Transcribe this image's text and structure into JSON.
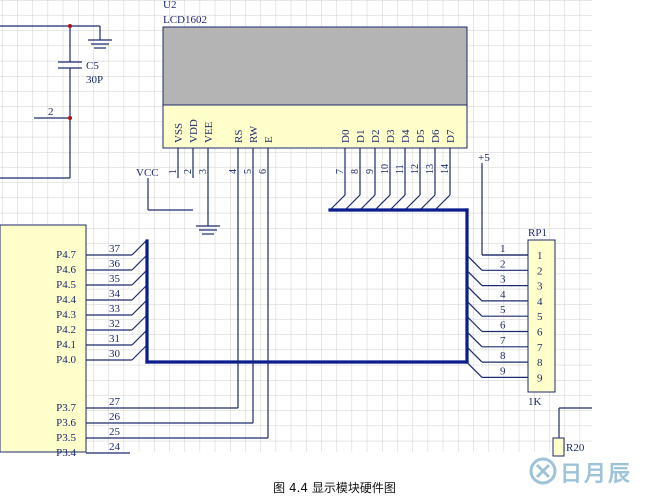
{
  "lcd": {
    "ref": "U2",
    "name": "LCD1602"
  },
  "lcd_pins": [
    {
      "num": "1",
      "name": "VSS"
    },
    {
      "num": "2",
      "name": "VDD"
    },
    {
      "num": "3",
      "name": "VEE"
    },
    {
      "num": "4",
      "name": "RS"
    },
    {
      "num": "5",
      "name": "RW"
    },
    {
      "num": "6",
      "name": "E"
    },
    {
      "num": "7",
      "name": "D0"
    },
    {
      "num": "8",
      "name": "D1"
    },
    {
      "num": "9",
      "name": "D2"
    },
    {
      "num": "10",
      "name": "D3"
    },
    {
      "num": "11",
      "name": "D4"
    },
    {
      "num": "12",
      "name": "D5"
    },
    {
      "num": "13",
      "name": "D6"
    },
    {
      "num": "14",
      "name": "D7"
    }
  ],
  "vcc_label": "VCC",
  "plus5_label": "+5",
  "capacitor": {
    "ref": "C5",
    "value": "30P"
  },
  "left_wire_label": "2",
  "mcu_pins": [
    {
      "name": "P4.7",
      "num": "37"
    },
    {
      "name": "P4.6",
      "num": "36"
    },
    {
      "name": "P4.5",
      "num": "35"
    },
    {
      "name": "P4.4",
      "num": "34"
    },
    {
      "name": "P4.3",
      "num": "33"
    },
    {
      "name": "P4.2",
      "num": "32"
    },
    {
      "name": "P4.1",
      "num": "31"
    },
    {
      "name": "P4.0",
      "num": "30"
    },
    {
      "name": "P3.7",
      "num": "27"
    },
    {
      "name": "P3.6",
      "num": "26"
    },
    {
      "name": "P3.5",
      "num": "25"
    },
    {
      "name": "P3.4",
      "num": "24"
    }
  ],
  "rp1": {
    "ref": "RP1",
    "value": "1K",
    "outer_pins": [
      "1",
      "2",
      "3",
      "4",
      "5",
      "6",
      "7",
      "8",
      "9"
    ],
    "inner_pins": [
      "1",
      "2",
      "3",
      "4",
      "5",
      "6",
      "7",
      "8",
      "9"
    ]
  },
  "r20_label": "R20",
  "caption": "图 4.4  显示模块硬件图",
  "watermark": "日月辰",
  "colors": {
    "wire": "#1c2a6e",
    "bus": "#0b1c8c",
    "grid": "#cfcfcf",
    "lcd_body": "#b4b4b4",
    "lcd_header": "#ffffcc",
    "component": "#ffffcc",
    "text": "#1c2a6e"
  }
}
